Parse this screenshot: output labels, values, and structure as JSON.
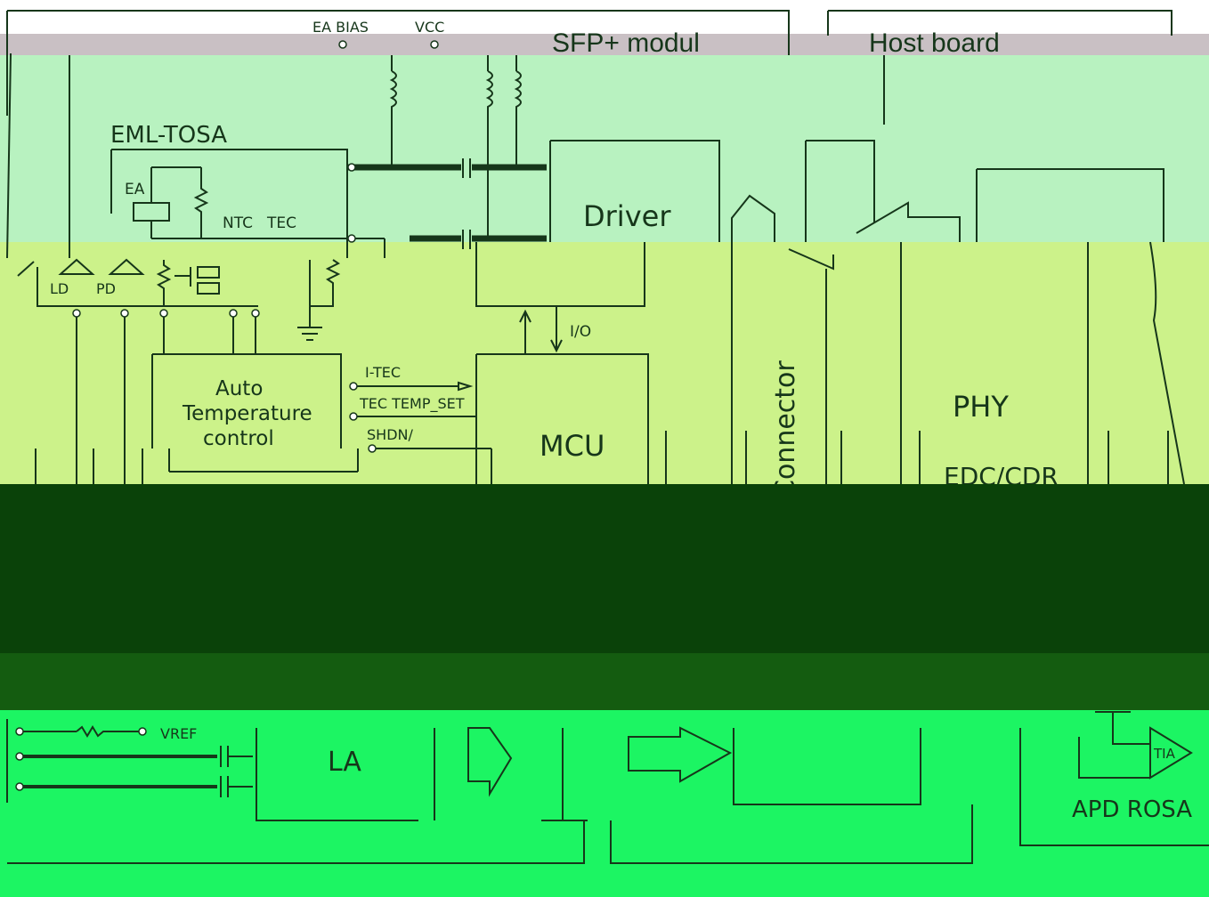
{
  "diagram": {
    "module_title": "SFP+ modul",
    "host_board_title": "Host board",
    "tosa": {
      "label": "EML-TOSA",
      "ea": "EA",
      "ntc": "NTC",
      "tec": "TEC",
      "ld": "LD",
      "pd": "PD"
    },
    "top_pins": {
      "ea_bias": "EA BIAS",
      "vcc": "VCC"
    },
    "driver": "Driver",
    "io": "I/O",
    "auto_temp": [
      "Auto",
      "Temperature",
      "control"
    ],
    "signals": {
      "itec": "I-TEC",
      "tec_temp_set": "TEC TEMP_SET",
      "shdn": "SHDN/"
    },
    "mcu": "MCU",
    "connector": "Connector",
    "phy": "PHY",
    "edc": "EDC/CDR",
    "vref": "VREF",
    "la": "LA",
    "tia": "TIA",
    "apd_rosa": "APD ROSA"
  },
  "colors": {
    "top_band": "#c9c0c4",
    "light_green": "#b8f2c0",
    "yellow_green": "#ccf28a",
    "dark_band": "#0a4209",
    "mid_dark": "#145c10",
    "bright_green": "#1cf563",
    "line": "#16361a"
  }
}
